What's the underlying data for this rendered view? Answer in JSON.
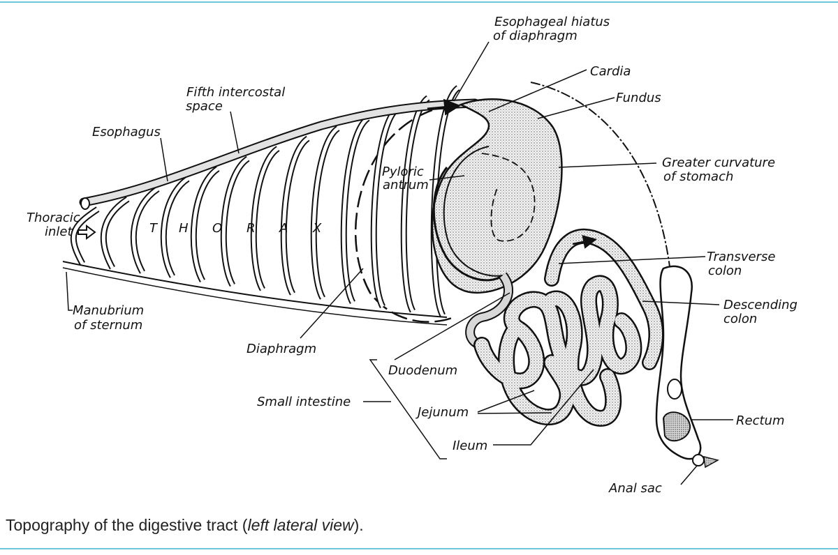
{
  "labels": {
    "esophageal_hiatus_1": "Esophageal hiatus",
    "esophageal_hiatus_2": "of diaphragm",
    "cardia": "Cardia",
    "fundus": "Fundus",
    "fifth_intercostal_1": "Fifth intercostal",
    "fifth_intercostal_2": "space",
    "esophagus": "Esophagus",
    "pyloric_1": "Pyloric",
    "pyloric_2": "antrum",
    "greater_curvature_1": "Greater curvature",
    "greater_curvature_2": "of stomach",
    "thoracic_1": "Thoracic",
    "thoracic_2": "inlet",
    "thorax": [
      "T",
      "H",
      "O",
      "R",
      "A",
      "X"
    ],
    "transverse_1": "Transverse",
    "transverse_2": "colon",
    "descending_1": "Descending",
    "descending_2": "colon",
    "manubrium_1": "Manubrium",
    "manubrium_2": "of sternum",
    "diaphragm": "Diaphragm",
    "duodenum": "Duodenum",
    "small_intestine": "Small intestine",
    "jejunum": "Jejunum",
    "rectum": "Rectum",
    "ileum": "Ileum",
    "anal_sac": "Anal sac"
  },
  "caption": {
    "prefix": "Topography of the digestive tract (",
    "emphasis": "left lateral view",
    "suffix": ")."
  },
  "colors": {
    "frame": "#6fc7dd",
    "stipple": "#555555",
    "ink": "#111111"
  }
}
